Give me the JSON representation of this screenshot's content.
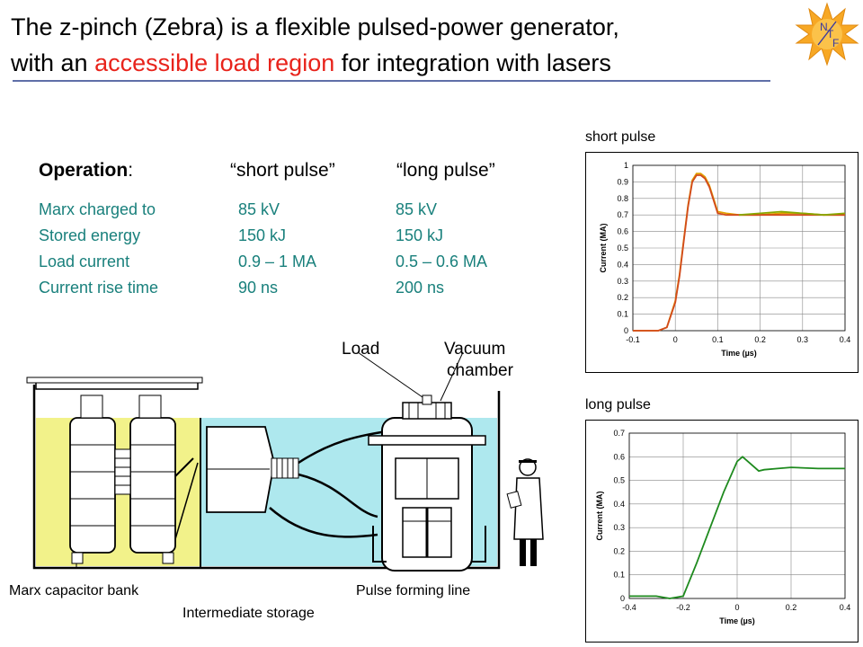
{
  "slide": {
    "title_pre": "The z-pinch (Zebra) is a flexible pulsed-power generator,",
    "title_line2_pre": "with an ",
    "title_highlight": "accessible load region",
    "title_line2_post": " for integration with lasers",
    "highlight_color": "#e8231b",
    "accent_color": "#19807c"
  },
  "logo": {
    "letters": [
      "N",
      "T",
      "F"
    ],
    "color": "#f7a825"
  },
  "operations": {
    "heading": "Operation:",
    "heading_bold": "Operation",
    "col_short": "“short pulse”",
    "col_long": "“long pulse”",
    "rows": [
      {
        "label": "Marx charged to",
        "short": "85 kV",
        "long": "85 kV"
      },
      {
        "label": "Stored energy",
        "short": "150 kJ",
        "long": "150 kJ"
      },
      {
        "label": "Load current",
        "short": "0.9 – 1 MA",
        "long": "0.5 – 0.6 MA"
      },
      {
        "label": "Current rise time",
        "short": "90 ns",
        "long": "200 ns"
      }
    ]
  },
  "diagram": {
    "labels": {
      "load": "Load",
      "vacuum_1": "Vacuum",
      "vacuum_2": "chamber",
      "marx": "Marx capacitor bank",
      "pfl": "Pulse forming line",
      "intermediate": "Intermediate storage"
    },
    "colors": {
      "oil": "#aee8ee",
      "marx_oil": "#f2f28a"
    }
  },
  "chart_data": [
    {
      "type": "line",
      "caption": "short pulse",
      "xlabel": "Time (µs)",
      "ylabel": "Current (MA)",
      "xlim": [
        -0.1,
        0.4
      ],
      "ylim": [
        0,
        1
      ],
      "xticks": [
        "-0.1",
        "0",
        "0.1",
        "0.2",
        "0.3",
        "0.4"
      ],
      "yticks": [
        "0",
        "0.1",
        "0.2",
        "0.3",
        "0.4",
        "0.5",
        "0.6",
        "0.7",
        "0.8",
        "0.9",
        "1"
      ],
      "grid": true,
      "series": [
        {
          "color": "#e2a000",
          "x": [
            -0.1,
            -0.04,
            -0.02,
            0.0,
            0.01,
            0.02,
            0.03,
            0.04,
            0.05,
            0.06,
            0.07,
            0.08,
            0.09,
            0.1,
            0.12,
            0.15,
            0.2,
            0.25,
            0.3,
            0.35,
            0.4
          ],
          "y": [
            0.0,
            0.0,
            0.02,
            0.18,
            0.34,
            0.55,
            0.76,
            0.91,
            0.95,
            0.95,
            0.93,
            0.88,
            0.8,
            0.72,
            0.71,
            0.7,
            0.7,
            0.71,
            0.71,
            0.7,
            0.7
          ]
        },
        {
          "color": "#d24a1c",
          "x": [
            -0.1,
            -0.04,
            -0.02,
            0.0,
            0.01,
            0.02,
            0.03,
            0.04,
            0.05,
            0.06,
            0.07,
            0.08,
            0.09,
            0.1,
            0.12,
            0.15,
            0.2,
            0.25,
            0.3,
            0.35,
            0.4
          ],
          "y": [
            0.0,
            0.0,
            0.02,
            0.17,
            0.33,
            0.54,
            0.75,
            0.9,
            0.94,
            0.94,
            0.92,
            0.87,
            0.79,
            0.71,
            0.7,
            0.7,
            0.7,
            0.7,
            0.7,
            0.7,
            0.7
          ]
        },
        {
          "color": "#88a800",
          "x": [
            0.15,
            0.2,
            0.25,
            0.3,
            0.35,
            0.4
          ],
          "y": [
            0.7,
            0.71,
            0.72,
            0.71,
            0.7,
            0.71
          ]
        }
      ]
    },
    {
      "type": "line",
      "caption": "long pulse",
      "xlabel": "Time (µs)",
      "ylabel": "Current (MA)",
      "xlim": [
        -0.4,
        0.4
      ],
      "ylim": [
        0,
        0.7
      ],
      "xticks": [
        "-0.4",
        "-0.2",
        "0",
        "0.2",
        "0.4"
      ],
      "yticks": [
        "0",
        "0.1",
        "0.2",
        "0.3",
        "0.4",
        "0.5",
        "0.6",
        "0.7"
      ],
      "grid": true,
      "series": [
        {
          "color": "#1e8a1e",
          "x": [
            -0.4,
            -0.3,
            -0.25,
            -0.2,
            -0.15,
            -0.1,
            -0.05,
            0.0,
            0.02,
            0.05,
            0.08,
            0.1,
            0.15,
            0.2,
            0.3,
            0.4
          ],
          "y": [
            0.01,
            0.01,
            0.0,
            0.01,
            0.15,
            0.3,
            0.45,
            0.58,
            0.6,
            0.57,
            0.54,
            0.545,
            0.55,
            0.555,
            0.55,
            0.55
          ]
        }
      ]
    }
  ]
}
